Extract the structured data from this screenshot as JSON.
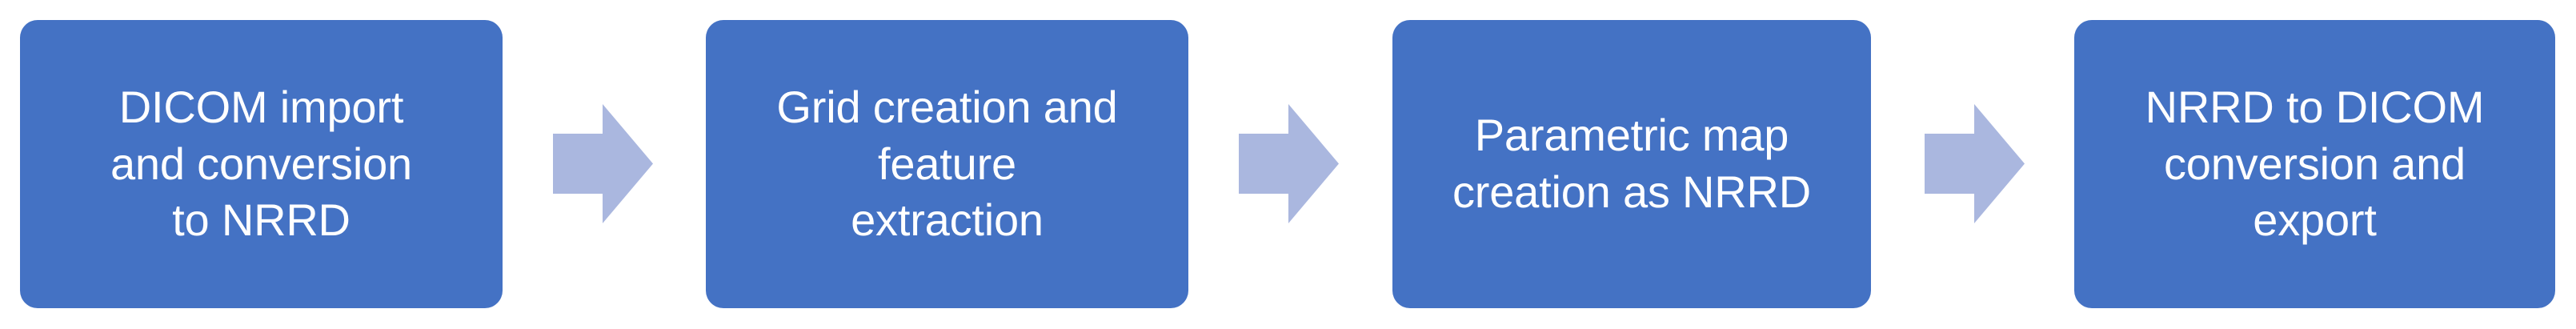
{
  "diagram": {
    "type": "horizontal-process-flow",
    "orientation": "left-to-right",
    "background_color": "#FFFFFF",
    "box_fill_color": "#4472C4",
    "box_text_color": "#FFFFFF",
    "arrow_fill_color": "#AAB7DF",
    "step_count": 4,
    "arrow_count": 3,
    "steps": [
      {
        "index": 1,
        "label": "DICOM import\nand conversion\nto NRRD",
        "lines": [
          "DICOM import",
          "and conversion",
          "to NRRD"
        ],
        "name": "dicom-import-and-conversion-to-nrrd"
      },
      {
        "index": 2,
        "label": "Grid creation and\nfeature\nextraction",
        "lines": [
          "Grid creation and",
          "feature",
          "extraction"
        ],
        "name": "grid-creation-and-feature-extraction"
      },
      {
        "index": 3,
        "label": "Parametric map\ncreation as NRRD",
        "lines": [
          "Parametric map",
          "creation as NRRD"
        ],
        "name": "parametric-map-creation-as-nrrd"
      },
      {
        "index": 4,
        "label": "NRRD to DICOM\nconversion and\nexport",
        "lines": [
          "NRRD to DICOM",
          "conversion and",
          "export"
        ],
        "name": "nrrd-to-dicom-conversion-and-export"
      }
    ],
    "arrows": [
      {
        "index": 1,
        "direction": "right",
        "from_step": 1,
        "to_step": 2
      },
      {
        "index": 2,
        "direction": "right",
        "from_step": 2,
        "to_step": 3
      },
      {
        "index": 3,
        "direction": "right",
        "from_step": 3,
        "to_step": 4
      }
    ]
  }
}
